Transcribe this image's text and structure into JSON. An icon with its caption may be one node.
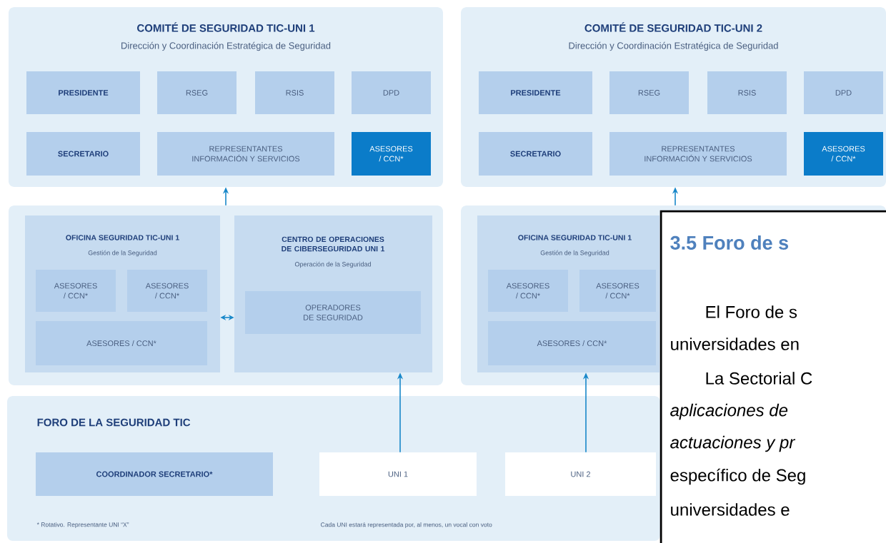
{
  "diagram": {
    "nodes": [
      {
        "text": [
          "COMITÉ DE SEGURIDAD TIC-UNI 1",
          "Dirección y Coordinación Estratégica de Seguridad"
        ]
      },
      {
        "text": [
          "PRESIDENTE"
        ],
        "in": 0
      },
      {
        "text": [
          "RSEG"
        ],
        "in": 0
      },
      {
        "text": [
          "RSIS"
        ],
        "in": 0
      },
      {
        "text": [
          "DPD"
        ],
        "in": 0
      },
      {
        "text": [
          "SECRETARIO"
        ],
        "in": 0
      },
      {
        "text": [
          "REPRESENTANTES INFORMACIÓN Y SERVICIOS"
        ],
        "in": 0
      },
      {
        "text": [
          "ASESORES / CCN*"
        ],
        "in": 0
      },
      {
        "text": [
          "COMITÉ DE SEGURIDAD TIC-UNI 2",
          "Dirección y Coordinación Estratégica de Seguridad"
        ]
      },
      {
        "text": [
          "PRESIDENTE"
        ],
        "in": 8
      },
      {
        "text": [
          "RSEG"
        ],
        "in": 8
      },
      {
        "text": [
          "RSIS"
        ],
        "in": 8
      },
      {
        "text": [
          "DPD"
        ],
        "in": 8
      },
      {
        "text": [
          "SECRETARIO"
        ],
        "in": 8
      },
      {
        "text": [
          "REPRESENTANTES INFORMACIÓN Y SERVICIOS"
        ],
        "in": 8
      },
      {
        "text": [
          "ASESORES / CCN*"
        ],
        "in": 8
      },
      {
        "text": [],
        "shape": "box"
      },
      {
        "text": [
          "OFICINA SEGURIDAD TIC-UNI 1",
          "Gestión de la Seguridad"
        ],
        "in": 16
      },
      {
        "text": [
          "ASESORES / CCN*"
        ],
        "in": 17
      },
      {
        "text": [
          "ASESORES / CCN*"
        ],
        "in": 17
      },
      {
        "text": [
          "ASESORES / CCN*"
        ],
        "in": 17
      },
      {
        "text": [
          "CENTRO DE OPERACIONES DE CIBERSEGURIDAD UNI 1",
          "Operación de la Seguridad"
        ],
        "in": 16
      },
      {
        "text": [
          "OPERADORES DE SEGURIDAD"
        ],
        "in": 21
      },
      {
        "text": [],
        "shape": "box"
      },
      {
        "text": [
          "OFICINA SEGURIDAD TIC-UNI 1",
          "Gestión de la Seguridad"
        ],
        "in": 23
      },
      {
        "text": [
          "ASESORES / CCN*"
        ],
        "in": 24
      },
      {
        "text": [
          "ASESORES / CCN*"
        ],
        "in": 24
      },
      {
        "text": [
          "ASESORES / CCN*"
        ],
        "in": 24
      },
      {
        "text": [
          "FORO DE LA SEGURIDAD TIC",
          "* Rotativo. Representante UNI “X”",
          "Cada UNI estará representada por, al menos, un vocal con voto"
        ]
      },
      {
        "text": [
          "COORDINADOR SECRETARIO*"
        ],
        "in": 28
      },
      {
        "text": [
          "UNI 1"
        ],
        "in": 28
      },
      {
        "text": [
          "UNI 2"
        ],
        "in": 28
      },
      {
        "text": [
          "3.5 Foro de s",
          "El Foro de s",
          "universidades en",
          "La Sectorial C",
          "aplicaciones de",
          "actuaciones y pr",
          "específico de Seg",
          "universidades e"
        ]
      }
    ],
    "edges": [
      {
        "from": 16,
        "to": 0,
        "arrow": "to"
      },
      {
        "from": 23,
        "to": 8,
        "arrow": "to"
      },
      {
        "from": 17,
        "to": 21,
        "arrow": "both"
      },
      {
        "from": 30,
        "to": 21,
        "arrow": "to"
      },
      {
        "from": 31,
        "to": 24,
        "arrow": "to"
      }
    ]
  }
}
